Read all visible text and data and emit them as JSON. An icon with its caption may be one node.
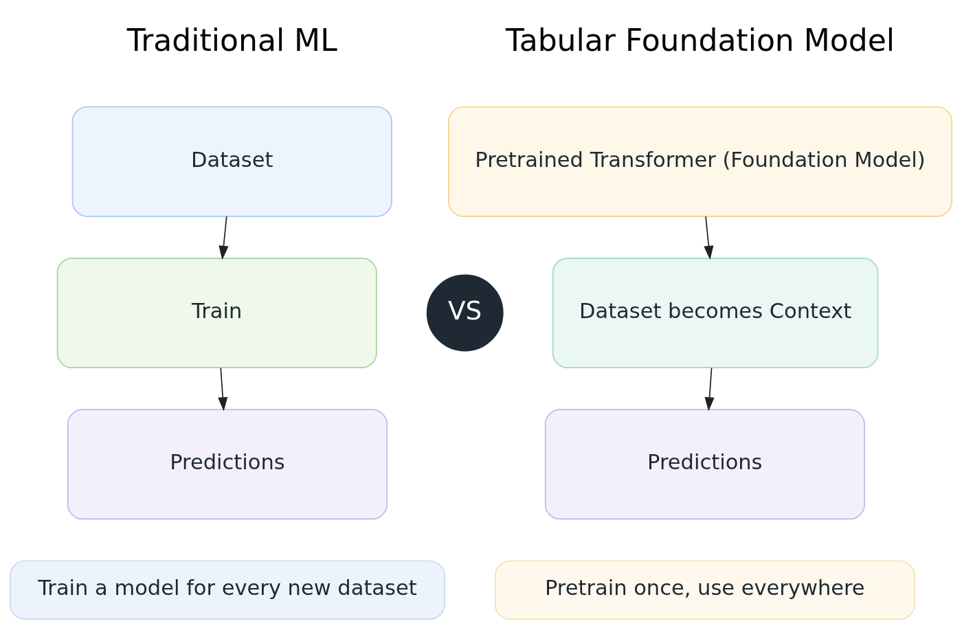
{
  "diagram": {
    "nodes": [
      {
        "text": [
          "Dataset"
        ]
      },
      {
        "text": [
          "Train"
        ]
      },
      {
        "text": [
          "Predictions"
        ]
      },
      {
        "text": [
          "Pretrained Transformer (Foundation Model)"
        ]
      },
      {
        "text": [
          "Dataset becomes Context"
        ]
      },
      {
        "text": [
          "Predictions"
        ]
      },
      {
        "text": [
          "VS"
        ]
      },
      {
        "text": [
          "Train a model for every new dataset"
        ]
      },
      {
        "text": [
          "Pretrain once, use everywhere"
        ]
      }
    ],
    "edges": [
      {
        "from": 0,
        "to": 1,
        "arrow": "to"
      },
      {
        "from": 1,
        "to": 2,
        "arrow": "to"
      },
      {
        "from": 3,
        "to": 4,
        "arrow": "to"
      },
      {
        "from": 4,
        "to": 5,
        "arrow": "to"
      }
    ],
    "labels": [
      "Traditional ML",
      "Tabular Foundation Model"
    ]
  }
}
